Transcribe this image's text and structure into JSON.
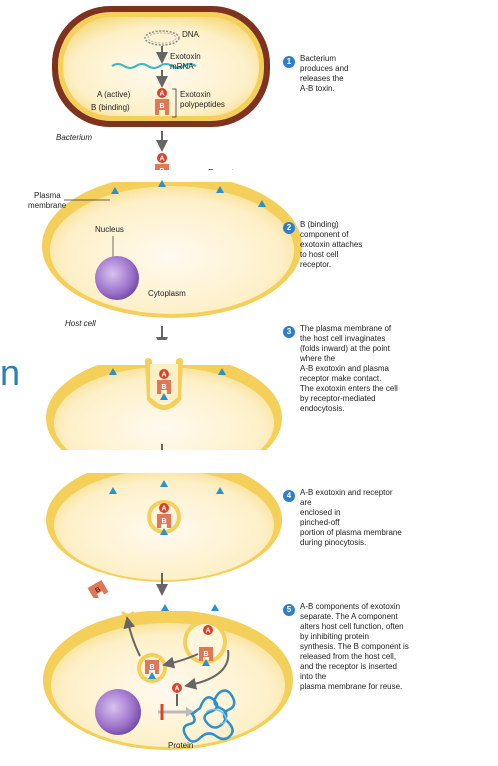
{
  "labels": {
    "dna": "DNA",
    "exotoxin_mrna_1": "Exotoxin",
    "exotoxin_mrna_2": "mRNA",
    "a_active": "A (active)",
    "b_binding": "B (binding)",
    "exotoxin_poly_1": "Exotoxin",
    "exotoxin_poly_2": "polypeptides",
    "bacterium": "Bacterium",
    "receptor": "Receptor",
    "plasma_membrane_1": "Plasma",
    "plasma_membrane_2": "membrane",
    "nucleus": "Nucleus",
    "cytoplasm": "Cytoplasm",
    "host_cell": "Host cell",
    "protein": "Protein",
    "letter_a": "A",
    "letter_b": "B",
    "edge_letter": "n"
  },
  "steps": [
    {
      "number": "1",
      "lines": [
        "Bacterium",
        "produces and",
        "releases the",
        "A-B toxin."
      ]
    },
    {
      "number": "2",
      "lines": [
        "B (binding)",
        "component of",
        "exotoxin attaches",
        "to host cell",
        "receptor."
      ]
    },
    {
      "number": "3",
      "lines": [
        "The plasma membrane of",
        "the host cell invaginates",
        "(folds inward) at the point",
        "where the",
        "A-B exotoxin and plasma",
        "receptor make contact.",
        "The exotoxin enters the cell",
        "by receptor-mediated",
        "endocytosis."
      ]
    },
    {
      "number": "4",
      "lines": [
        "A-B exotoxin and receptor",
        "are",
        "enclosed in",
        "pinched-off",
        "portion of plasma membrane",
        "during pinocytosis."
      ]
    },
    {
      "number": "5",
      "lines": [
        "A-B components of exotoxin",
        "separate. The A component",
        "alters host cell function, often",
        "by inhibiting protein",
        "synthesis. The B component is",
        "released from the host cell,",
        "and the receptor is inserted",
        "into the",
        "plasma membrane for reuse."
      ]
    }
  ],
  "colors": {
    "membrane": "#f4cf5a",
    "cytoplasm": "#fdf0c8",
    "bacterium_wall": "#8a3a22",
    "toxin_a": "#d9432b",
    "toxin_b": "#e07858",
    "receptor": "#2b8fd0",
    "nucleus": "#9b6fc9",
    "mrna": "#3bb8c0",
    "step_badge": "#2f7fc8",
    "arrow": "#666666"
  }
}
